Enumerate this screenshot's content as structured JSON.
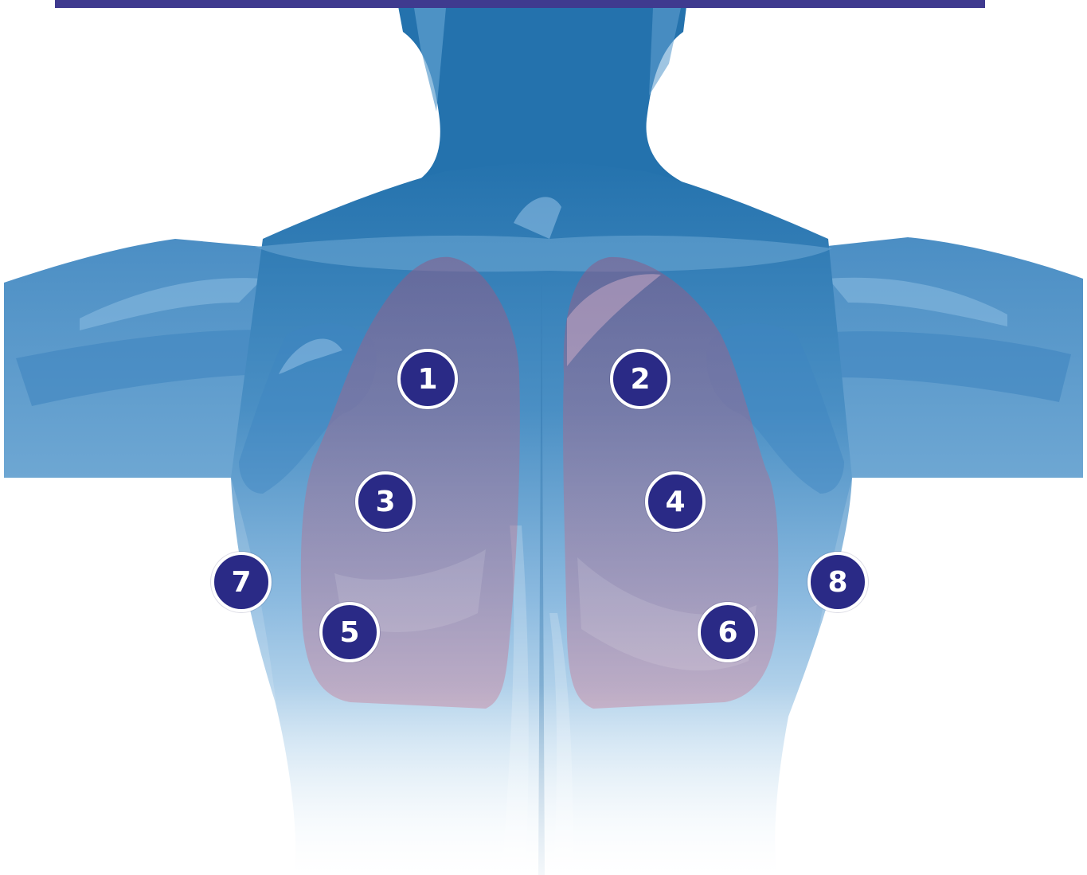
{
  "colors": {
    "accent_bar": "#3f3a8f",
    "body_top": "#2a76b0",
    "body_bottom": "#ffffff",
    "lung_tint": "#b06a8a",
    "marker_fill": "#2a2a86",
    "marker_ring": "#ffffff",
    "marker_text": "#ffffff"
  },
  "markers": [
    {
      "label": "1"
    },
    {
      "label": "2"
    },
    {
      "label": "3"
    },
    {
      "label": "4"
    },
    {
      "label": "5"
    },
    {
      "label": "6"
    },
    {
      "label": "7"
    },
    {
      "label": "8"
    }
  ]
}
